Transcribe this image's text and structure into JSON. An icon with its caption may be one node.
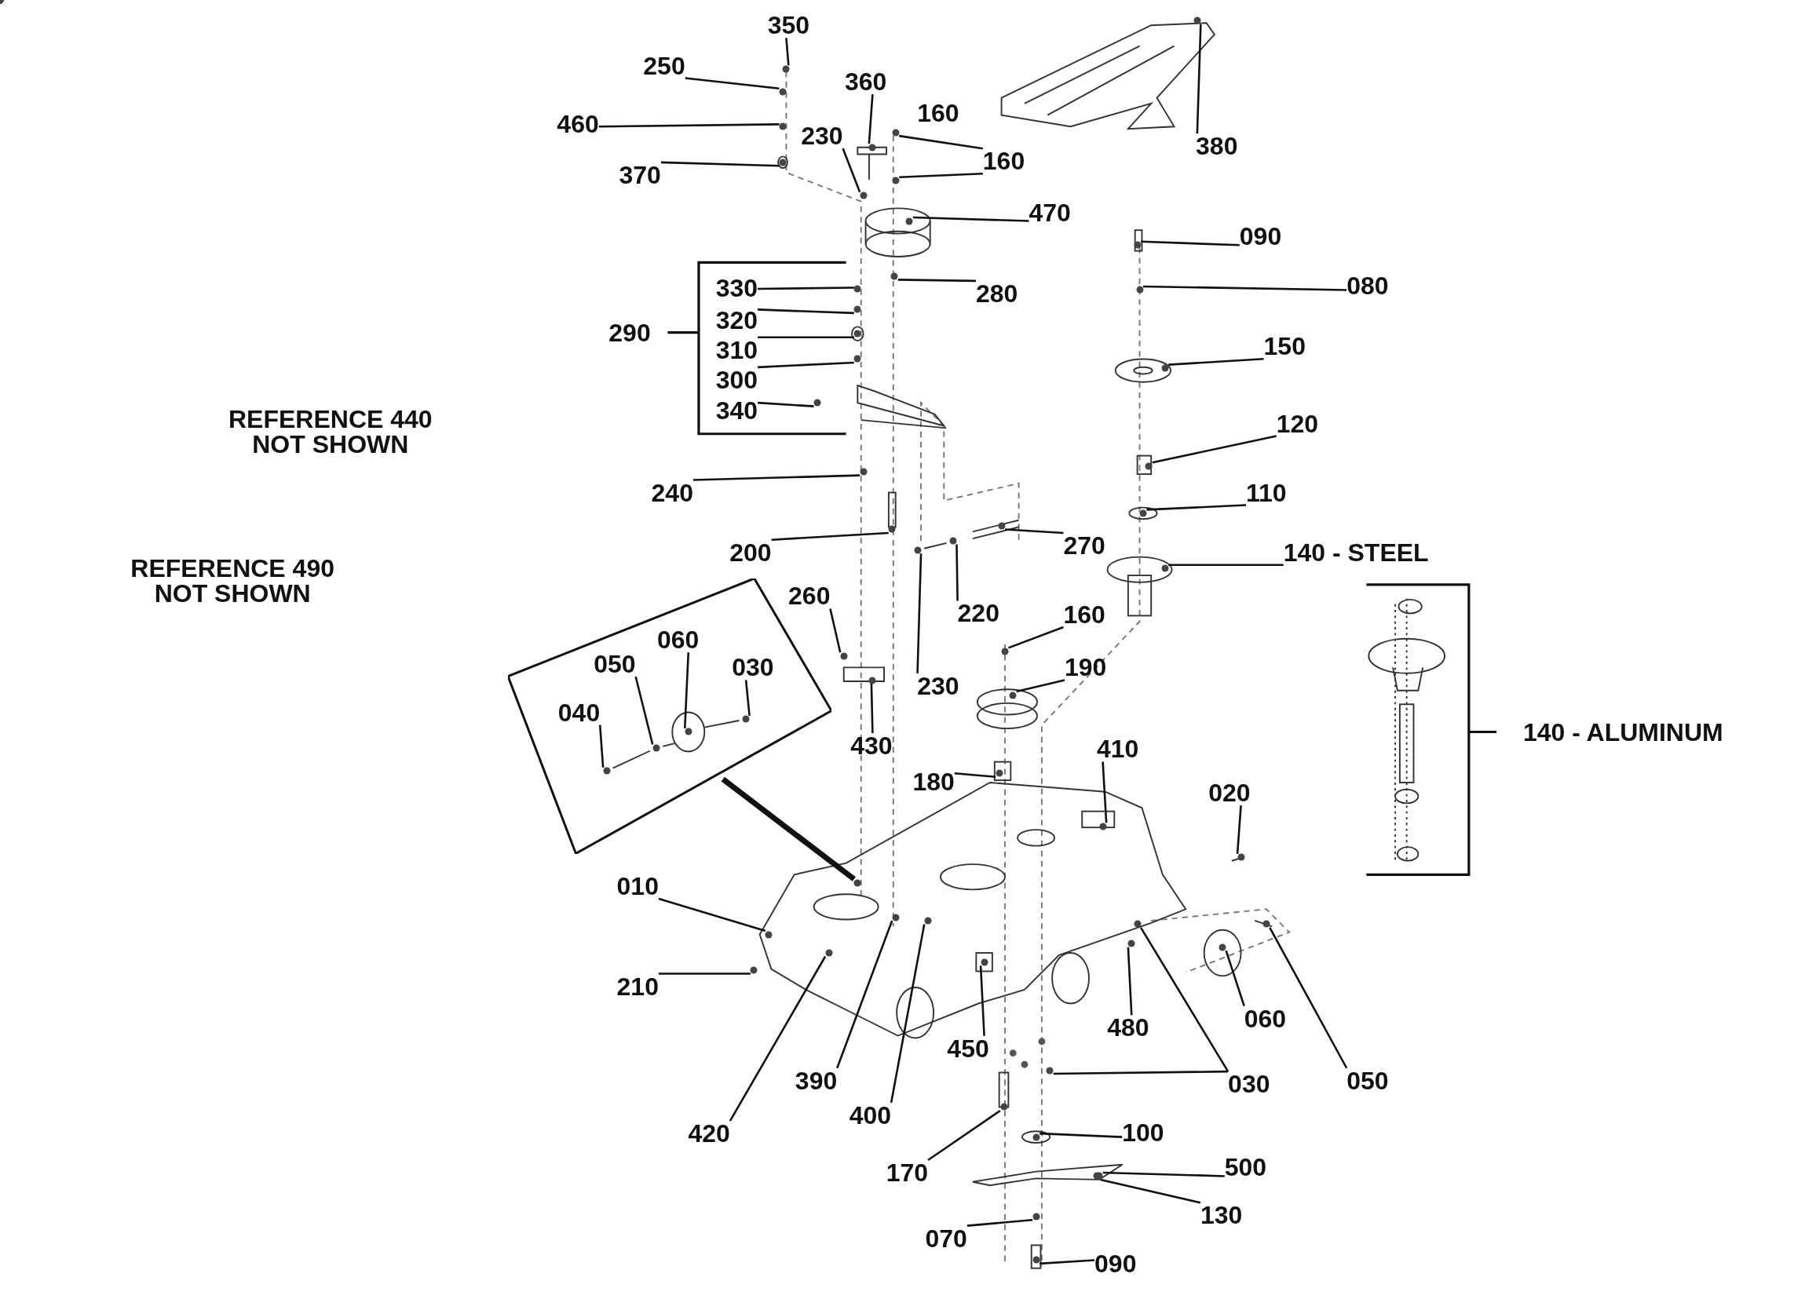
{
  "diagram": {
    "nodes": [
      {
        "text": [
          "350"
        ]
      },
      {
        "text": [
          "250"
        ]
      },
      {
        "text": [
          "360"
        ]
      },
      {
        "text": [
          "460"
        ]
      },
      {
        "text": [
          "230"
        ]
      },
      {
        "text": [
          "160"
        ]
      },
      {
        "text": [
          "370"
        ]
      },
      {
        "text": [
          "380"
        ]
      },
      {
        "text": [
          "470"
        ]
      },
      {
        "text": [
          "090"
        ]
      },
      {
        "text": [
          "330"
        ]
      },
      {
        "text": [
          "080"
        ]
      },
      {
        "text": [
          "280"
        ]
      },
      {
        "text": [
          "320"
        ]
      },
      {
        "text": [
          "310"
        ]
      },
      {
        "text": [
          "150"
        ]
      },
      {
        "text": [
          "300"
        ]
      },
      {
        "text": [
          "340"
        ]
      },
      {
        "text": [
          "120"
        ]
      },
      {
        "text": [
          "240"
        ]
      },
      {
        "text": [
          "110"
        ]
      },
      {
        "text": [
          "270"
        ]
      },
      {
        "text": [
          "200"
        ]
      },
      {
        "text": [
          "140 - STEEL"
        ]
      },
      {
        "text": [
          "260"
        ]
      },
      {
        "text": [
          "220"
        ]
      },
      {
        "text": [
          "160"
        ]
      },
      {
        "text": [],
        "shape": "box"
      },
      {
        "text": [
          "040"
        ],
        "in": 27
      },
      {
        "text": [
          "050"
        ],
        "in": 27
      },
      {
        "text": [
          "060"
        ],
        "in": 27
      },
      {
        "text": [
          "030"
        ],
        "in": 27
      },
      {
        "text": [
          "190"
        ]
      },
      {
        "text": [
          "230"
        ]
      },
      {
        "text": [
          "430"
        ]
      },
      {
        "text": [
          "180"
        ]
      },
      {
        "text": [
          "410"
        ]
      },
      {
        "text": [
          "020"
        ]
      },
      {
        "text": [
          "010"
        ]
      },
      {
        "text": [
          "210"
        ]
      },
      {
        "text": [
          "450"
        ]
      },
      {
        "text": [
          "480"
        ]
      },
      {
        "text": [
          "060"
        ]
      },
      {
        "text": [
          "390"
        ]
      },
      {
        "text": [
          "030"
        ]
      },
      {
        "text": [
          "050"
        ]
      },
      {
        "text": [
          "400"
        ]
      },
      {
        "text": [
          "100"
        ]
      },
      {
        "text": [
          "420"
        ]
      },
      {
        "text": [
          "500"
        ]
      },
      {
        "text": [
          "170"
        ]
      },
      {
        "text": [
          "130"
        ]
      },
      {
        "text": [
          "070"
        ]
      },
      {
        "text": [
          "090"
        ]
      },
      {
        "text": [],
        "shape": "circle"
      },
      {
        "text": [],
        "shape": "circle"
      },
      {
        "text": [],
        "shape": "circle"
      },
      {
        "text": [],
        "shape": "circle"
      },
      {
        "text": [],
        "shape": "circle"
      },
      {
        "text": [],
        "shape": "circle"
      },
      {
        "text": [],
        "shape": "circle"
      },
      {
        "text": [],
        "shape": "circle"
      },
      {
        "text": [],
        "shape": "circle"
      },
      {
        "text": [],
        "shape": "circle"
      },
      {
        "text": [],
        "shape": "circle"
      },
      {
        "text": [],
        "shape": "circle"
      },
      {
        "text": [],
        "shape": "circle"
      },
      {
        "text": [],
        "shape": "circle"
      },
      {
        "text": [],
        "shape": "circle"
      },
      {
        "text": [],
        "shape": "circle"
      },
      {
        "text": [],
        "shape": "circle"
      },
      {
        "text": [],
        "shape": "circle"
      },
      {
        "text": [],
        "shape": "circle"
      },
      {
        "text": [],
        "shape": "circle"
      },
      {
        "text": [],
        "shape": "circle"
      },
      {
        "text": [],
        "shape": "circle"
      },
      {
        "text": [],
        "shape": "circle"
      },
      {
        "text": [],
        "shape": "circle"
      },
      {
        "text": [],
        "shape": "circle"
      },
      {
        "text": [],
        "shape": "circle"
      },
      {
        "text": [],
        "shape": "circle"
      },
      {
        "text": [],
        "shape": "circle"
      },
      {
        "text": [],
        "shape": "circle"
      },
      {
        "text": [],
        "shape": "circle",
        "in": 27
      },
      {
        "text": [],
        "shape": "circle",
        "in": 27
      },
      {
        "text": [],
        "shape": "circle",
        "in": 27
      },
      {
        "text": [],
        "shape": "circle",
        "in": 27
      },
      {
        "text": [],
        "shape": "circle"
      },
      {
        "text": [],
        "shape": "circle"
      },
      {
        "text": [],
        "shape": "circle"
      },
      {
        "text": [],
        "shape": "circle"
      },
      {
        "text": [],
        "shape": "circle"
      },
      {
        "text": [],
        "shape": "circle"
      },
      {
        "text": [],
        "shape": "circle"
      },
      {
        "text": [],
        "shape": "circle"
      },
      {
        "text": [],
        "shape": "circle"
      },
      {
        "text": [],
        "shape": "circle"
      },
      {
        "text": [],
        "shape": "circle"
      },
      {
        "text": [],
        "shape": "circle"
      },
      {
        "text": [],
        "shape": "circle"
      },
      {
        "text": [],
        "shape": "circle"
      },
      {
        "text": [],
        "shape": "circle"
      },
      {
        "text": [],
        "shape": "circle"
      },
      {
        "text": [],
        "shape": "circle"
      },
      {
        "text": [],
        "shape": "circle"
      },
      {
        "text": [],
        "shape": "circle"
      },
      {
        "text": [],
        "shape": "circle"
      },
      {
        "text": [],
        "shape": "circle"
      },
      {
        "text": [],
        "shape": "circle"
      },
      {
        "text": [],
        "shape": "circle"
      },
      {
        "text": [],
        "shape": "circle"
      },
      {
        "text": [],
        "shape": "circle"
      },
      {
        "text": [],
        "shape": "circle"
      },
      {
        "text": [],
        "shape": "circle"
      },
      {
        "text": [],
        "shape": "circle"
      },
      {
        "text": [],
        "shape": "circle"
      },
      {
        "text": [],
        "shape": "circle"
      },
      {
        "text": [],
        "shape": "circle"
      }
    ],
    "edges": [
      {
        "from": 0,
        "to": 54,
        "arrow": "none"
      },
      {
        "from": 1,
        "to": 55,
        "arrow": "none"
      },
      {
        "from": 2,
        "to": 56,
        "arrow": "none"
      },
      {
        "from": 3,
        "to": 57,
        "arrow": "none"
      },
      {
        "from": 4,
        "to": 58,
        "arrow": "none"
      },
      {
        "from": 5,
        "to": 59,
        "arrow": "none"
      },
      {
        "from": 5,
        "to": 60,
        "arrow": "none"
      },
      {
        "from": 6,
        "to": 61,
        "arrow": "none"
      },
      {
        "from": 7,
        "to": 62,
        "arrow": "none"
      },
      {
        "from": 8,
        "to": 63,
        "arrow": "none"
      },
      {
        "from": 9,
        "to": 64,
        "arrow": "none"
      },
      {
        "from": 10,
        "to": 65,
        "arrow": "none"
      },
      {
        "from": 11,
        "to": 66,
        "arrow": "none"
      },
      {
        "from": 12,
        "to": 67,
        "arrow": "none"
      },
      {
        "from": 13,
        "to": 68,
        "arrow": "none"
      },
      {
        "from": 14,
        "to": 69,
        "arrow": "none"
      },
      {
        "from": 15,
        "to": 70,
        "arrow": "none"
      },
      {
        "from": 16,
        "to": 71,
        "arrow": "none"
      },
      {
        "from": 17,
        "to": 72,
        "arrow": "none"
      },
      {
        "from": 18,
        "to": 73,
        "arrow": "none"
      },
      {
        "from": 19,
        "to": 74,
        "arrow": "none"
      },
      {
        "from": 20,
        "to": 75,
        "arrow": "none"
      },
      {
        "from": 21,
        "to": 76,
        "arrow": "none"
      },
      {
        "from": 22,
        "to": 77,
        "arrow": "none"
      },
      {
        "from": 23,
        "to": 78,
        "arrow": "none"
      },
      {
        "from": 24,
        "to": 79,
        "arrow": "none"
      },
      {
        "from": 25,
        "to": 80,
        "arrow": "none"
      },
      {
        "from": 26,
        "to": 81,
        "arrow": "none"
      },
      {
        "from": 27,
        "to": 82,
        "arrow": "none",
        "style": "thick"
      },
      {
        "from": 28,
        "to": 83,
        "arrow": "none"
      },
      {
        "from": 29,
        "to": 84,
        "arrow": "none"
      },
      {
        "from": 30,
        "to": 85,
        "arrow": "none"
      },
      {
        "from": 31,
        "to": 86,
        "arrow": "none"
      },
      {
        "from": 32,
        "to": 87,
        "arrow": "none"
      },
      {
        "from": 33,
        "to": 88,
        "arrow": "none"
      },
      {
        "from": 34,
        "to": 89,
        "arrow": "none"
      },
      {
        "from": 35,
        "to": 90,
        "arrow": "none"
      },
      {
        "from": 36,
        "to": 91,
        "arrow": "none"
      },
      {
        "from": 37,
        "to": 92,
        "arrow": "none"
      },
      {
        "from": 38,
        "to": 93,
        "arrow": "none"
      },
      {
        "from": 39,
        "to": 94,
        "arrow": "none"
      },
      {
        "from": 40,
        "to": 95,
        "arrow": "none"
      },
      {
        "from": 41,
        "to": 96,
        "arrow": "none"
      },
      {
        "from": 42,
        "to": 97,
        "arrow": "none"
      },
      {
        "from": 43,
        "to": 98,
        "arrow": "none"
      },
      {
        "from": 44,
        "to": 99,
        "arrow": "none"
      },
      {
        "from": 44,
        "to": 100,
        "arrow": "none"
      },
      {
        "from": 45,
        "to": 101,
        "arrow": "none"
      },
      {
        "from": 46,
        "to": 102,
        "arrow": "none"
      },
      {
        "from": 47,
        "to": 103,
        "arrow": "none"
      },
      {
        "from": 48,
        "to": 104,
        "arrow": "none"
      },
      {
        "from": 49,
        "to": 105,
        "arrow": "none"
      },
      {
        "from": 50,
        "to": 106,
        "arrow": "none"
      },
      {
        "from": 51,
        "to": 107,
        "arrow": "none"
      },
      {
        "from": 52,
        "to": 108,
        "arrow": "none"
      },
      {
        "from": 53,
        "to": 109,
        "arrow": "none"
      }
    ],
    "labels": [
      "160",
      "290",
      "REFERENCE 440 NOT SHOWN",
      "REFERENCE 490 NOT SHOWN",
      "140 - ALUMINUM"
    ]
  }
}
